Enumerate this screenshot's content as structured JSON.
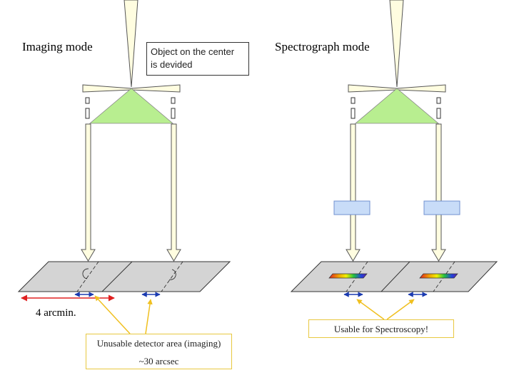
{
  "labels": {
    "imaging_title": "Imaging mode",
    "spectrograph_title": "Spectrograph mode",
    "object_note_line1": "Object on the center",
    "object_note_line2": "is devided",
    "arcmin": "4 arcmin.",
    "unusable_line1": "Unusable detector area (imaging)",
    "unusable_line2": "~30 arcsec",
    "usable": "Usable for Spectroscopy!"
  },
  "colors": {
    "beam_fill": "#fffde0",
    "beam_stroke": "#555555",
    "prism": "#b8ee90",
    "detector": "#d4d4d4",
    "grism": "#c8dcf8",
    "grism_stroke": "#7090d0",
    "pointer_line": "#f0c020",
    "measure_left": "#e02020",
    "measure_right": "#1a3ab0"
  }
}
